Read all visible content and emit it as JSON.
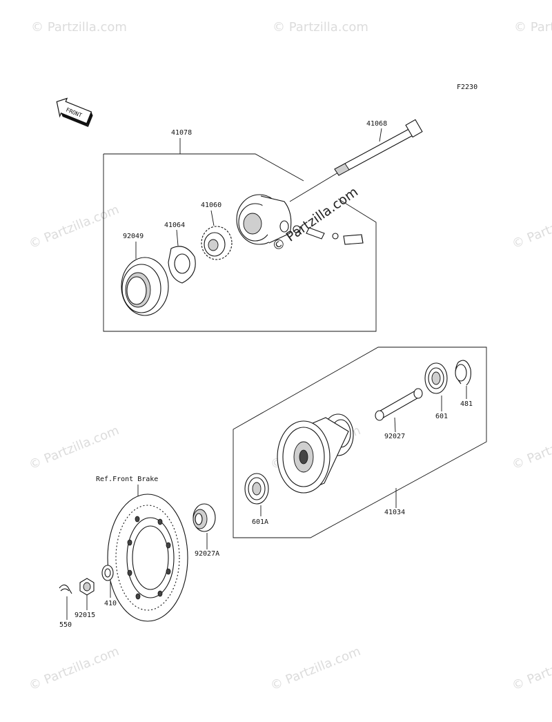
{
  "figure_code": "F2230",
  "front_tag": "FRONT",
  "reference_note": "Ref.Front Brake",
  "watermark_small": "© Partzilla.com",
  "watermark_center": "© Partzilla.com",
  "parts": {
    "p41078": "41078",
    "p41068": "41068",
    "p41060": "41060",
    "p41064": "41064",
    "p92049": "92049",
    "p92027": "92027",
    "p601": "601",
    "p481": "481",
    "p601A": "601A",
    "p41034": "41034",
    "p92027A": "92027A",
    "p410": "410",
    "p92015": "92015",
    "p550": "550"
  }
}
